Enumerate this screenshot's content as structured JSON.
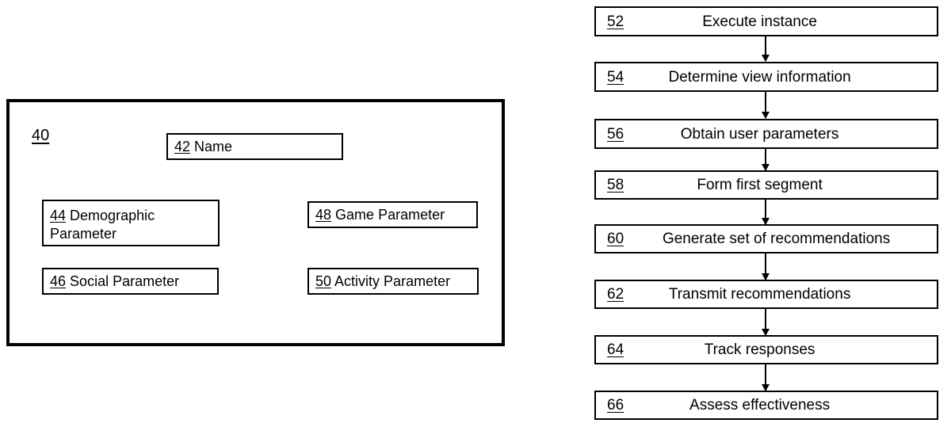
{
  "figure_left": {
    "container_ref": "40",
    "boxes": [
      {
        "ref": "42",
        "label": "Name"
      },
      {
        "ref": "44",
        "label": "Demographic\nParameter"
      },
      {
        "ref": "46",
        "label": "Social Parameter"
      },
      {
        "ref": "48",
        "label": "Game Parameter"
      },
      {
        "ref": "50",
        "label": "Activity Parameter"
      }
    ]
  },
  "figure_right": {
    "steps": [
      {
        "ref": "52",
        "label": "Execute instance"
      },
      {
        "ref": "54",
        "label": "Determine view information"
      },
      {
        "ref": "56",
        "label": "Obtain user parameters"
      },
      {
        "ref": "58",
        "label": "Form first segment"
      },
      {
        "ref": "60",
        "label": "Generate set of recommendations"
      },
      {
        "ref": "62",
        "label": "Transmit recommendations"
      },
      {
        "ref": "64",
        "label": "Track responses"
      },
      {
        "ref": "66",
        "label": "Assess effectiveness"
      }
    ]
  },
  "colors": {
    "line": "#000000",
    "background": "#ffffff"
  }
}
